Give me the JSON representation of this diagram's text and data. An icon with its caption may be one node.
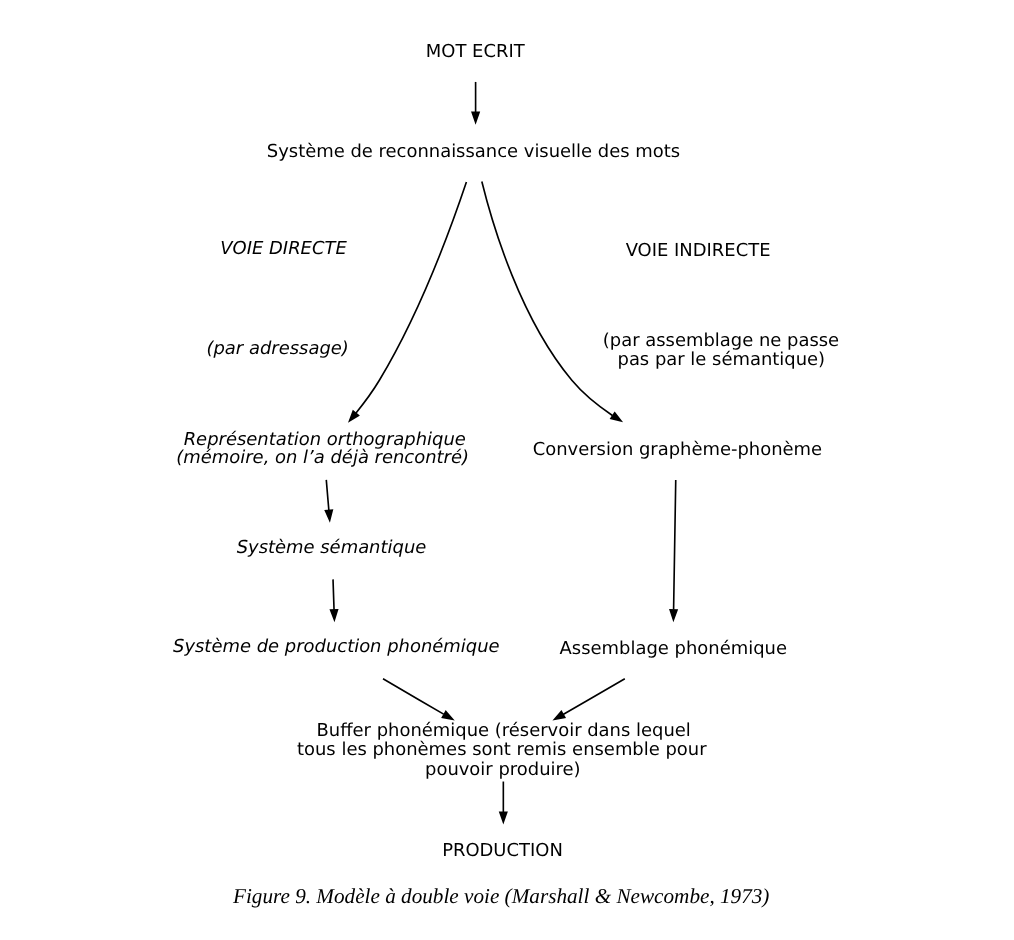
{
  "diagram": {
    "caption": "Figure 9. Modèle à double voie (Marshall & Newcombe, 1973)",
    "nodes": [
      {
        "text": [
          "MOT ECRIT"
        ]
      },
      {
        "text": [
          "Système de reconnaissance visuelle des mots"
        ]
      },
      {
        "text": [
          "Représentation orthographique (mémoire, on l’a déjà rencontré)"
        ]
      },
      {
        "text": [
          "Conversion graphème-phonème"
        ]
      },
      {
        "text": [
          "Système sémantique"
        ]
      },
      {
        "text": [
          "Assemblage phonémique"
        ]
      },
      {
        "text": [
          "Système de production phonémique"
        ]
      },
      {
        "text": [
          "Buffer phonémique (réservoir dans lequel tous les phonèmes sont remis ensemble pour pouvoir produire)"
        ]
      },
      {
        "text": [
          "PRODUCTION"
        ]
      }
    ],
    "edges": [
      {
        "from": 0,
        "to": 1,
        "arrow": "to"
      },
      {
        "from": 1,
        "to": 2,
        "arrow": "to"
      },
      {
        "from": 1,
        "to": 3,
        "arrow": "to"
      },
      {
        "from": 2,
        "to": 4,
        "arrow": "to"
      },
      {
        "from": 3,
        "to": 5,
        "arrow": "to"
      },
      {
        "from": 4,
        "to": 6,
        "arrow": "to"
      },
      {
        "from": 6,
        "to": 7,
        "arrow": "to"
      },
      {
        "from": 5,
        "to": 7,
        "arrow": "to"
      },
      {
        "from": 7,
        "to": 8,
        "arrow": "to"
      }
    ],
    "labels": [
      "VOIE DIRECTE",
      "(par adressage)",
      "VOIE INDIRECTE",
      "(par assemblage ne passe pas par le sémantique)"
    ]
  }
}
